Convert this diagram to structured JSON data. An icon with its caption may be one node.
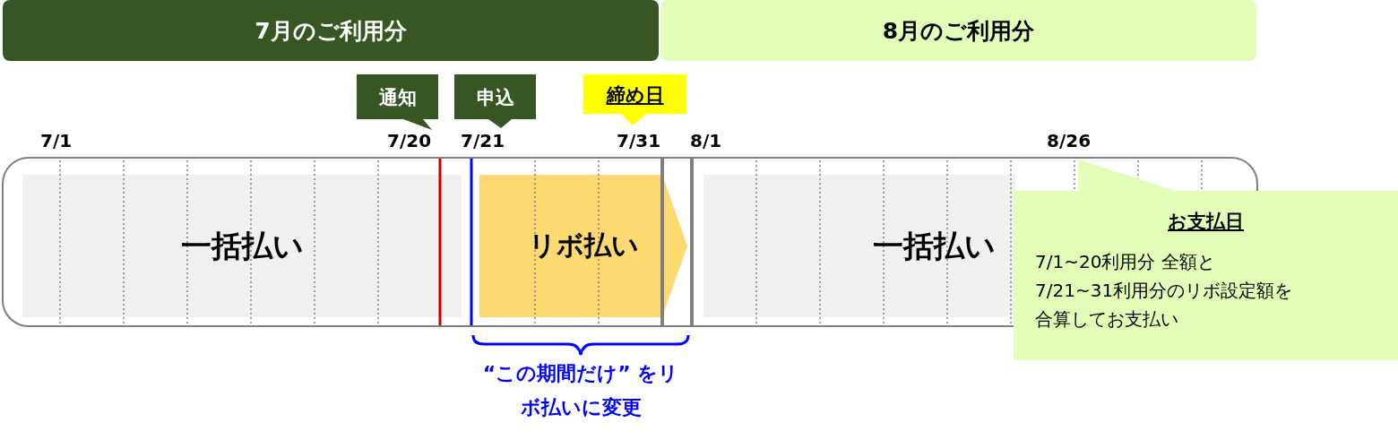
{
  "diagram": {
    "nodes": [
      {
        "text": [
          "7月のご利用分"
        ]
      },
      {
        "text": [
          "8月のご利用分"
        ]
      },
      {
        "text": [],
        "shape": "box"
      },
      {
        "text": [
          "一括払い"
        ],
        "in": 2
      },
      {
        "text": [
          "リボ払い"
        ],
        "in": 2
      },
      {
        "text": [
          "一括払い"
        ],
        "in": 2
      },
      {
        "text": [
          "通知"
        ]
      },
      {
        "text": [
          "申込"
        ]
      },
      {
        "text": [
          "締め日"
        ]
      },
      {
        "text": [
          "お支払日",
          "7/1~20利用分 全額と",
          "7/21~31利用分のリボ設定額を",
          "合算してお支払い"
        ]
      }
    ],
    "labels": [
      "7/1",
      "7/20",
      "7/21",
      "7/31",
      "8/1",
      "8/26",
      "“この期間だけ” をリボ払いに変更"
    ]
  }
}
